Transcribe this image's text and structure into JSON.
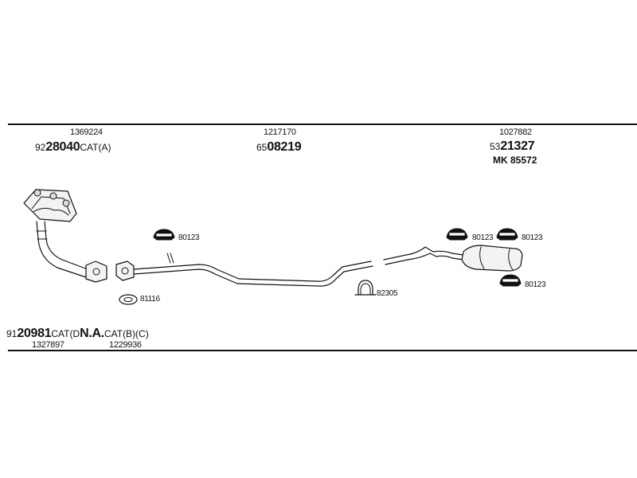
{
  "top_labels": {
    "left_number": "1369224",
    "left_part_prefix": "92",
    "left_part_main": "28040",
    "left_part_suffix": "CAT(A)",
    "center_number": "1217170",
    "center_part_prefix": "65",
    "center_part_main": "08219",
    "right_number": "1027882",
    "right_part_prefix": "53",
    "right_part_main": "21327",
    "right_mk": "MK 85572"
  },
  "bottom_labels": {
    "part_prefix": "91",
    "part_main": "20981",
    "part_mid": "CAT(D",
    "na_main": "N.A.",
    "na_suffix": "CAT(B)(C)",
    "left_number": "1327897",
    "right_number": "1229936"
  },
  "component_tags": {
    "mount_1": "80123",
    "gasket": "81116",
    "clamp": "82305",
    "mount_2": "80123",
    "mount_3": "80123",
    "mount_4": "80123"
  }
}
